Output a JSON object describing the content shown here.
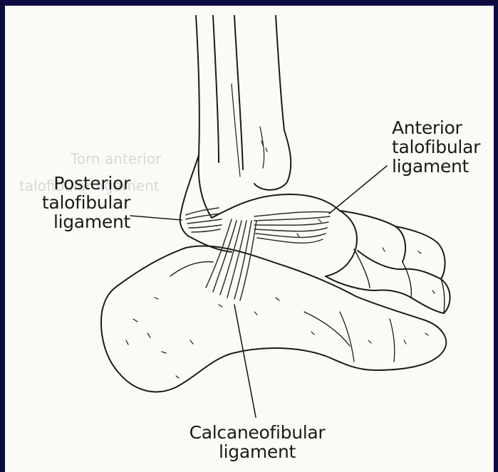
{
  "labels": {
    "anterior": {
      "line1": "Anterior",
      "line2": "talofibular",
      "line3": "ligament"
    },
    "posterior": {
      "line1": "Posterior",
      "line2": "talofibular",
      "line3": "ligament"
    },
    "calcaneofibular": {
      "line1": "Calcaneofibular",
      "line2": "ligament"
    }
  },
  "colors": {
    "frame": "#0b0b40",
    "paper": "#fbfbf6",
    "ink": "#1a1a1a",
    "ligament": "#2e2e2e"
  }
}
